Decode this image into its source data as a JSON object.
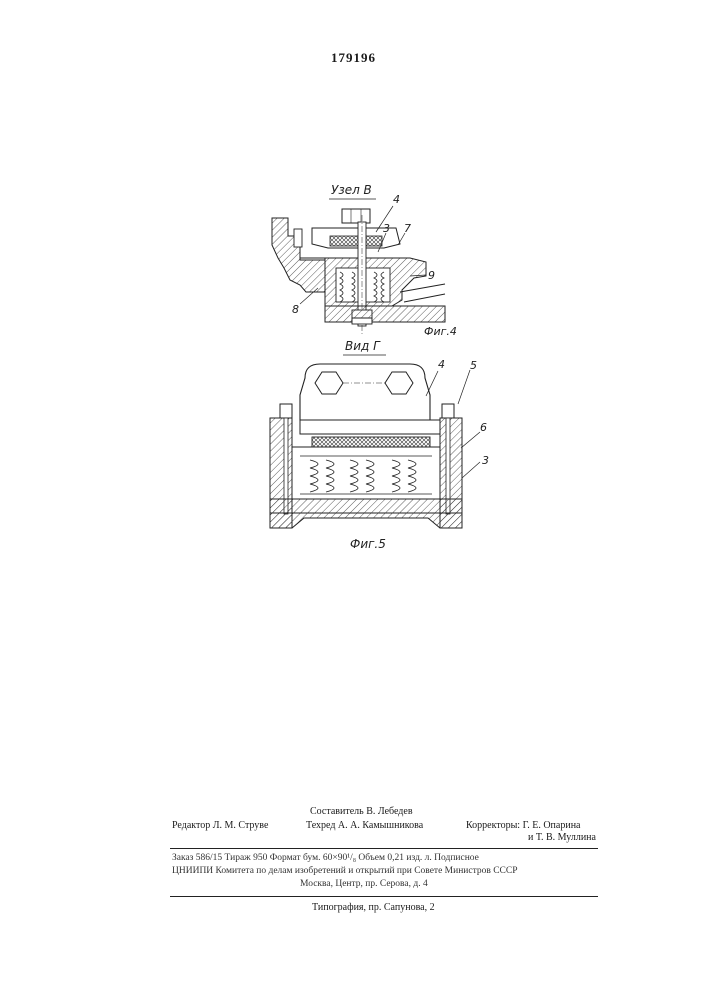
{
  "page_number": "179196",
  "figures": {
    "fig4": {
      "title": "Узел В",
      "caption": "Фиг.4",
      "callouts": [
        "4",
        "3",
        "7",
        "9",
        "8"
      ]
    },
    "fig5": {
      "title": "Вид Г",
      "caption": "Фиг.5",
      "callouts": [
        "4",
        "5",
        "6",
        "3"
      ]
    }
  },
  "credits": {
    "compiler": "Составитель В. Лебедев",
    "editor": "Редактор Л. М. Струве",
    "techred": "Техред А. А. Камышникова",
    "correctors_1": "Корректоры: Г. Е. Опарина",
    "correctors_2": "и Т. В. Муллина"
  },
  "imprint": {
    "line1": "Заказ 586/15    Тираж 950    Формат бум. 60×90¹/₈    Объем 0,21 изд. л.    Подписное",
    "line2": "ЦНИИПИ Комитета по делам изобретений и открытий при Совете Министров СССР",
    "line3": "Москва, Центр, пр. Серова, д. 4",
    "printer": "Типография, пр. Сапунова, 2"
  }
}
